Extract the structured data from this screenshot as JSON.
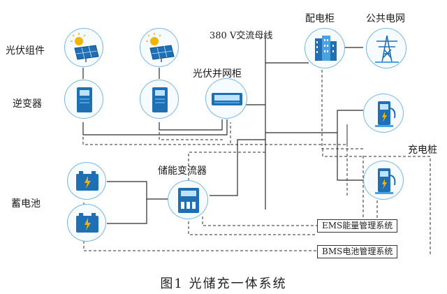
{
  "labels": {
    "pv_modules": "光伏组件",
    "inverter": "逆变器",
    "pv_grid_cabinet": "光伏并网柜",
    "bus_380v": "380 V交流母线",
    "distribution_cabinet": "配电柜",
    "public_grid": "公共电网",
    "charging_pile": "充电桩",
    "pcs": "储能变流器",
    "battery": "蓄电池",
    "ems": "EMS能量管理系统",
    "bms": "BMS电池管理系统"
  },
  "caption": "图1    光储充一体系统",
  "colors": {
    "line": "#2b2b2b",
    "node_border": "#7ab6e0",
    "icon_blue": "#1f6fb5",
    "icon_light": "#4aa3e0"
  }
}
